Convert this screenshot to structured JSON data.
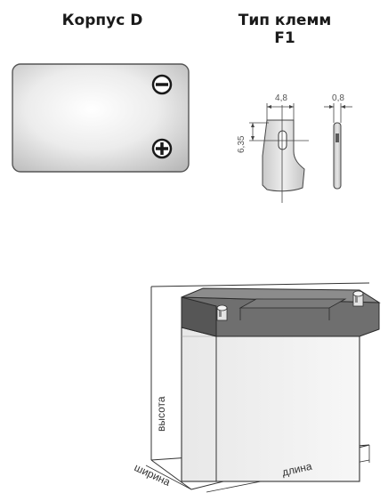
{
  "case_section": {
    "title": "Корпус D"
  },
  "terminal_section": {
    "title_line1": "Тип клемм",
    "title_line2": "F1",
    "dim_width": "4,8",
    "dim_thickness": "0,8",
    "dim_height": "6,35"
  },
  "dimensions": {
    "height_label": "высота",
    "width_label": "ширина",
    "length_label": "длина"
  },
  "icons": {
    "negative": "minus-terminal-icon",
    "positive": "plus-terminal-icon"
  },
  "colors": {
    "line": "#333333",
    "case_dark": "#6f6f6f",
    "case_body": "#f0f0f0"
  }
}
